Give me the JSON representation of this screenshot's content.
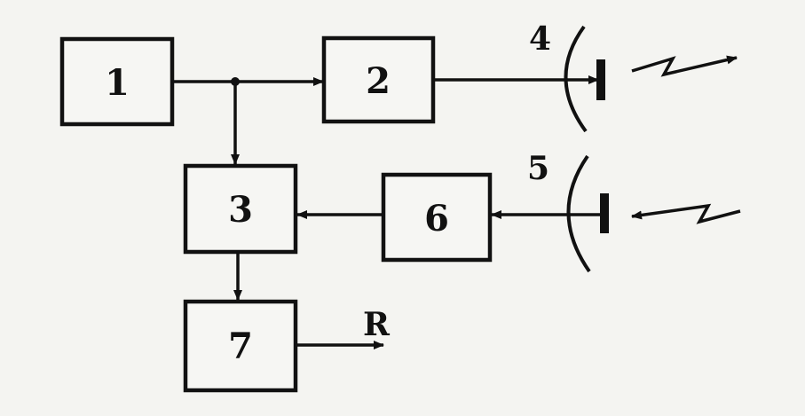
{
  "blocks": [
    {
      "id": "1",
      "label": "1"
    },
    {
      "id": "2",
      "label": "2"
    },
    {
      "id": "3",
      "label": "3"
    },
    {
      "id": "6",
      "label": "6"
    },
    {
      "id": "7",
      "label": "7"
    }
  ],
  "antennas": [
    {
      "id": "4",
      "label": "4",
      "role": "transmit"
    },
    {
      "id": "5",
      "label": "5",
      "role": "receive"
    }
  ],
  "output": {
    "label": "R"
  },
  "connections": [
    {
      "from": "1",
      "to": "2"
    },
    {
      "from": "1",
      "to": "3"
    },
    {
      "from": "2",
      "to": "4"
    },
    {
      "from": "5",
      "to": "6"
    },
    {
      "from": "6",
      "to": "3"
    },
    {
      "from": "3",
      "to": "7"
    },
    {
      "from": "7",
      "to": "R"
    }
  ],
  "colors": {
    "ink": "#111111",
    "paper": "#f4f4f1"
  }
}
